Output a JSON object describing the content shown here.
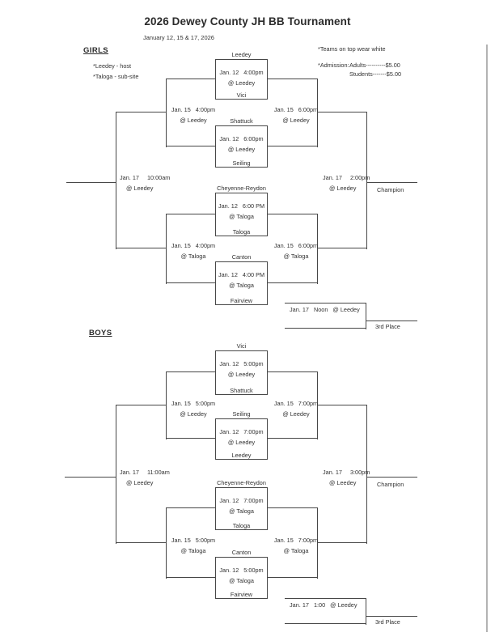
{
  "page": {
    "title": "2026 Dewey County JH BB Tournament",
    "dates": "January 12, 15 & 17, 2026"
  },
  "notes": {
    "teams": "*Teams on top wear white",
    "admission_label": "*Admission:",
    "admission_adults": "Adults----------$5.00",
    "admission_students": "Students-------$5.00",
    "host": "*Leedey - host",
    "subsite": "*Taloga - sub-site"
  },
  "girls": {
    "section_label": "GIRLS",
    "games": {
      "g1": {
        "top": "Leedey",
        "bottom": "Vici",
        "date": "Jan. 12",
        "time": "4:00pm",
        "venue": "@ Leedey"
      },
      "g2": {
        "top": "Shattuck",
        "bottom": "Seiling",
        "date": "Jan. 12",
        "time": "6:00pm",
        "venue": "@ Leedey"
      },
      "g3": {
        "top": "Cheyenne-Reydon",
        "bottom": "Taloga",
        "date": "Jan. 12",
        "time": "6:00 PM",
        "venue": "@ Taloga"
      },
      "g4": {
        "top": "Canton",
        "bottom": "Fairview",
        "date": "Jan. 12",
        "time": "4:00 PM",
        "venue": "@ Taloga"
      }
    },
    "semi_left_top": {
      "date": "Jan. 15",
      "time": "4:00pm",
      "venue": "@ Leedey"
    },
    "semi_right_top": {
      "date": "Jan. 15",
      "time": "6:00pm",
      "venue": "@ Leedey"
    },
    "semi_left_bottom": {
      "date": "Jan. 15",
      "time": "4:00pm",
      "venue": "@ Taloga"
    },
    "semi_right_bottom": {
      "date": "Jan. 15",
      "time": "6:00pm",
      "venue": "@ Taloga"
    },
    "consolation": {
      "date": "Jan. 17",
      "time": "10:00am",
      "venue": "@ Leedey"
    },
    "championship": {
      "date": "Jan. 17",
      "time": "2:00pm",
      "venue": "@ Leedey",
      "label": "Champion"
    },
    "third_place": {
      "date": "Jan. 17",
      "time": "Noon",
      "venue": "@ Leedey",
      "label": "3rd Place"
    }
  },
  "boys": {
    "section_label": "BOYS",
    "games": {
      "g1": {
        "top": "Vici",
        "bottom": "Shattuck",
        "date": "Jan. 12",
        "time": "5:00pm",
        "venue": "@ Leedey"
      },
      "g2": {
        "top": "Seiling",
        "bottom": "Leedey",
        "date": "Jan. 12",
        "time": "7:00pm",
        "venue": "@ Leedey"
      },
      "g3": {
        "top": "Cheyenne-Reydon",
        "bottom": "Taloga",
        "date": "Jan. 12",
        "time": "7:00pm",
        "venue": "@ Taloga"
      },
      "g4": {
        "top": "Canton",
        "bottom": "Fairview",
        "date": "Jan. 12",
        "time": "5:00pm",
        "venue": "@ Taloga"
      }
    },
    "semi_left_top": {
      "date": "Jan. 15",
      "time": "5:00pm",
      "venue": "@ Leedey"
    },
    "semi_right_top": {
      "date": "Jan. 15",
      "time": "7:00pm",
      "venue": "@ Leedey"
    },
    "semi_left_bottom": {
      "date": "Jan. 15",
      "time": "5:00pm",
      "venue": "@ Taloga"
    },
    "semi_right_bottom": {
      "date": "Jan. 15",
      "time": "7:00pm",
      "venue": "@ Taloga"
    },
    "consolation": {
      "date": "Jan. 17",
      "time": "11:00am",
      "venue": "@ Leedey"
    },
    "championship": {
      "date": "Jan. 17",
      "time": "3:00pm",
      "venue": "@ Leedey",
      "label": "Champion"
    },
    "third_place": {
      "date": "Jan. 17",
      "time": "1:00",
      "venue": "@ Leedey",
      "label": "3rd Place"
    }
  }
}
